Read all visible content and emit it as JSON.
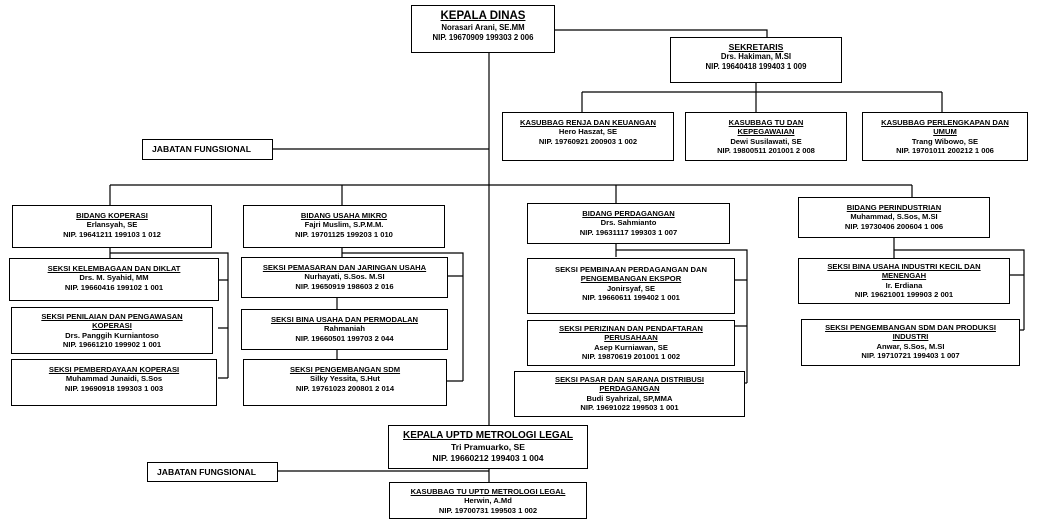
{
  "kepala_dinas": {
    "title": "KEPALA DINAS",
    "name": "Norasari Arani, SE.MM",
    "nip": "NIP. 19670909 199303 2 006"
  },
  "sekretaris": {
    "title": "SEKRETARIS",
    "name": "Drs. Hakiman, M.SI",
    "nip": "NIP. 19640418 199403 1 009"
  },
  "kasubbag": [
    {
      "title": "KASUBBAG RENJA DAN KEUANGAN",
      "name": "Hero Haszat, SE",
      "nip": "NIP. 19760921 200903 1 002"
    },
    {
      "title": "KASUBBAG TU DAN KEPEGAWAIAN",
      "name": "Dewi Susilawati, SE",
      "nip": "NIP. 19800511 201001 2 008"
    },
    {
      "title": "KASUBBAG PERLENGKAPAN DAN UMUM",
      "name": "Trang Wibowo, SE",
      "nip": "NIP. 19701011 200212 1 006"
    }
  ],
  "jabatan_fungsional": {
    "label": "JABATAN FUNGSIONAL"
  },
  "bidang": [
    {
      "title": "BIDANG KOPERASI",
      "name": "Erlansyah, SE",
      "nip": "NIP. 19641211 199103 1 012",
      "seksi": [
        {
          "title": "SEKSI KELEMBAGAAN DAN DIKLAT",
          "name": "Drs. M. Syahid, MM",
          "nip": "NIP. 19660416 199102 1 001"
        },
        {
          "title": "SEKSI PENILAIAN DAN PENGAWASAN KOPERASI",
          "name": "Drs. Panggih Kurniantoso",
          "nip": "NIP. 19661210 199902 1 001"
        },
        {
          "title": "SEKSI PEMBERDAYAAN KOPERASI",
          "name": "Muhammad Junaidi, S.Sos",
          "nip": "NIP. 19690918 199303 1 003"
        }
      ]
    },
    {
      "title": "BIDANG USAHA MIKRO",
      "name": "Fajri Muslim, S.P.M.M.",
      "nip": "NIP. 19701125 199203 1 010",
      "seksi": [
        {
          "title": "SEKSI PEMASARAN DAN JARINGAN USAHA",
          "name": "Nurhayati, S.Sos. M.SI",
          "nip": "NIP. 19650919 198603 2 016"
        },
        {
          "title": "SEKSI BINA USAHA DAN PERMODALAN",
          "name": "Rahmaniah",
          "nip": "NIP. 19660501 199703 2 044"
        },
        {
          "title": "SEKSI PENGEMBANGAN SDM",
          "name": "Silky Yessita, S.Hut",
          "nip": "NIP. 19761023 200801 2 014"
        }
      ]
    },
    {
      "title": "BIDANG PERDAGANGAN",
      "name": "Drs. Sahmianto",
      "nip": "NIP. 19631117 199303 1 007",
      "seksi": [
        {
          "title_line1": "SEKSI PEMBINAAN PERDAGANGAN DAN",
          "title_line2": "PENGEMBANGAN EKSPOR",
          "name": "Jonirsyaf, SE",
          "nip": "NIP. 19660611 199402 1 001"
        },
        {
          "title": "SEKSI PERIZINAN DAN PENDAFTARAN PERUSAHAAN",
          "name": "Asep Kurniawan, SE",
          "nip": "NIP. 19870619 201001 1 002"
        },
        {
          "title": "SEKSI PASAR DAN SARANA DISTRIBUSI PERDAGANGAN",
          "name": "Budi Syahrizal, SP,MMA",
          "nip": "NIP. 19691022 199503 1 001"
        }
      ]
    },
    {
      "title": "BIDANG PERINDUSTRIAN",
      "name": "Muhammad, S.Sos, M.SI",
      "nip": "NIP. 19730406 200604 1 006",
      "seksi": [
        {
          "title": "SEKSI BINA USAHA INDUSTRI KECIL DAN MENENGAH",
          "name": "Ir. Erdiana",
          "nip": "NIP. 19621001 199903 2 001"
        },
        {
          "title": "SEKSI PENGEMBANGAN SDM DAN PRODUKSI INDUSTRI",
          "name": "Anwar, S.Sos, M.SI",
          "nip": "NIP. 19710721 199403 1 007"
        }
      ]
    }
  ],
  "uptd": {
    "title": "KEPALA UPTD METROLOGI LEGAL",
    "name": "Tri Pramuarko, SE",
    "nip": "NIP. 19660212 199403 1 004"
  },
  "uptd_kasubbag": {
    "title": "KASUBBAG TU UPTD METROLOGI LEGAL",
    "name": "Herwin, A.Md",
    "nip": "NIP. 19700731 199503 1 002"
  }
}
